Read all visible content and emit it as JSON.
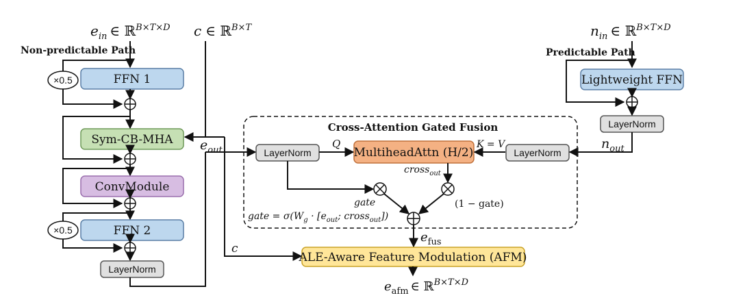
{
  "paths": {
    "non_predictable": "Non-predictable Path",
    "predictable": "Predictable Path"
  },
  "inputs": {
    "e_in": "e",
    "e_in_sub": "in",
    "e_in_set": "∈ ℝ",
    "e_in_dims": "B×T×D",
    "c": "c",
    "c_set": "∈ ℝ",
    "c_dims": "B×T",
    "n_in": "n",
    "n_in_sub": "in",
    "n_in_set": "∈ ℝ",
    "n_in_dims": "B×T×D"
  },
  "blocks": {
    "ffn1": "FFN 1",
    "sym_cb_mha": "Sym-CB-MHA",
    "conv_module": "ConvModule",
    "ffn2": "FFN 2",
    "layernorm_left": "LayerNorm",
    "lightweight_ffn": "Lightweight FFN",
    "layernorm_right": "LayerNorm",
    "layernorm_fusion_left": "LayerNorm",
    "layernorm_fusion_right": "LayerNorm",
    "multihead_attn": "MultiheadAttn (H/2)",
    "afm": "ALE-Aware Feature Modulation (AFM)"
  },
  "scales": {
    "ffn1_scale": "×0.5",
    "ffn2_scale": "×0.5"
  },
  "fusion": {
    "title": "Cross-Attention Gated Fusion",
    "q": "Q",
    "kv": "K = V",
    "cross_out": "cross",
    "cross_out_sub": "out",
    "gate": "gate",
    "one_minus_gate": "(1 − gate)",
    "gate_formula": "gate = σ(W",
    "gate_formula_sub": "g",
    "gate_formula_rest": " · [e",
    "gate_formula_sub2": "out",
    "gate_formula_rest2": "; cross",
    "gate_formula_sub3": "out",
    "gate_formula_end": "])"
  },
  "signals": {
    "e_out": "e",
    "e_out_sub": "out",
    "n_out": "n",
    "n_out_sub": "out",
    "c_label": "c",
    "e_fus": "e",
    "e_fus_sub": "fus",
    "e_afm": "e",
    "e_afm_sub": "afm",
    "e_afm_set": "∈ ℝ",
    "e_afm_dims": "B×T×D"
  },
  "colors": {
    "blue_fill": "#bdd7ee",
    "blue_stroke": "#5b7fa6",
    "green_fill": "#c6e0b4",
    "green_stroke": "#6f9a5a",
    "purple_fill": "#d7bde2",
    "purple_stroke": "#9a6fad",
    "orange_fill": "#f4b183",
    "orange_stroke": "#c0703a",
    "yellow_fill": "#ffe699",
    "yellow_stroke": "#c9a227",
    "gray_fill": "#e0e0e0",
    "gray_stroke": "#555555"
  }
}
